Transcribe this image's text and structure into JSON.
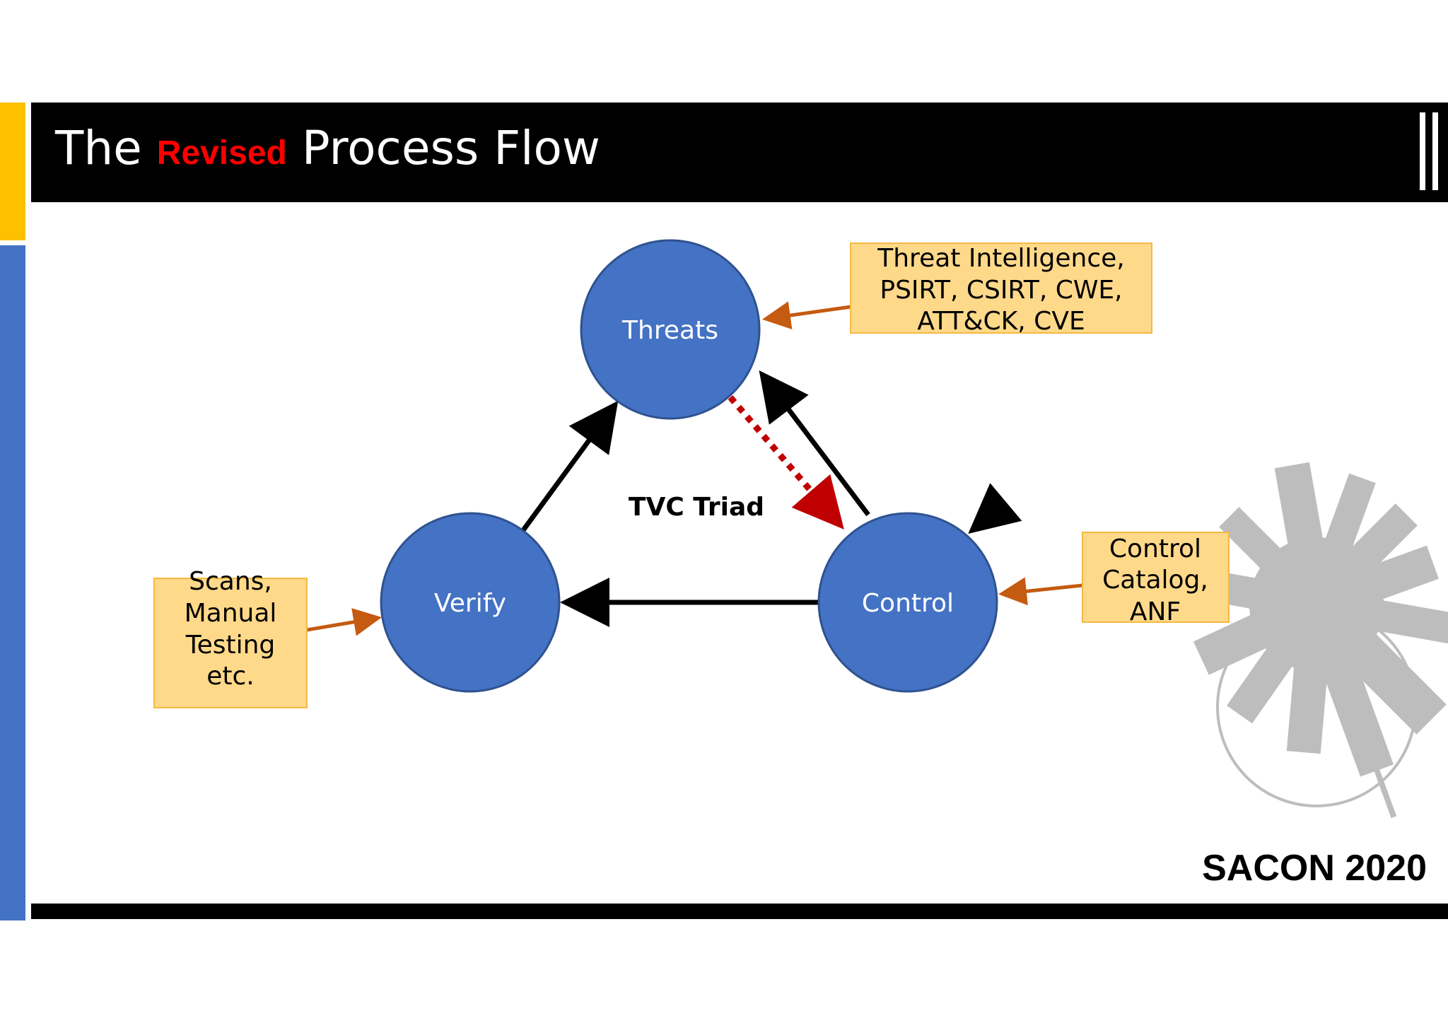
{
  "slide": {
    "title_before": "The",
    "title_accent": "Revised",
    "title_after": "Process Flow",
    "brand": "SACON 2020",
    "triad_label": "TVC Triad"
  },
  "nodes": {
    "threats": "Threats",
    "verify": "Verify",
    "control": "Control"
  },
  "boxes": {
    "threat_sources": [
      "Threat Intelligence,",
      "PSIRT, CSIRT, CWE,",
      "ATT&CK, CVE"
    ],
    "verify_sources": [
      "Scans,",
      "Manual",
      "Testing",
      "etc."
    ],
    "control_sources": [
      "Control",
      "Catalog,",
      "ANF"
    ]
  },
  "colors": {
    "node_fill": "#4472C4",
    "node_stroke": "#2F528F",
    "box_fill": "#FFD98A",
    "box_stroke": "#F4B942",
    "input_arrow": "#C55A11",
    "feedback_arrow": "#C00000",
    "flow_arrow": "#000000",
    "accent_bar_top": "#FFC000",
    "accent_bar_bottom": "#4472C4"
  },
  "icons": {
    "decoration": "city-globe-illustration"
  }
}
